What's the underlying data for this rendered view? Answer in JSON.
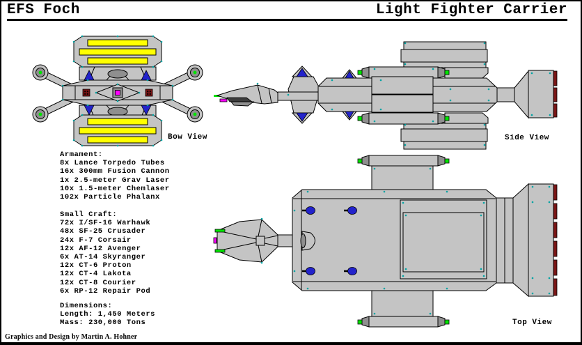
{
  "colors": {
    "bg": "#FFFFFF",
    "outline": "#000000",
    "hull": "#C4C4C4",
    "hull2": "#8F8F8F",
    "yellow": "#FFFF00",
    "blue": "#2323CB",
    "green": "#00E400",
    "magenta": "#FF00FF",
    "engine": "#7A1616",
    "teal": "#00A3A3",
    "dark": "#3C3C3C"
  },
  "header": {
    "ship_name": "EFS Foch",
    "ship_class": "Light Fighter Carrier"
  },
  "views": {
    "bow": {
      "label": "Bow View"
    },
    "side": {
      "label": "Side View"
    },
    "top": {
      "label": "Top View"
    }
  },
  "specs": {
    "armament": {
      "title": "Armament:",
      "items": [
        "8x Lance Torpedo Tubes",
        "16x 300mm Fusion Cannon",
        "1x 2.5-meter Grav Laser",
        "10x 1.5-meter Chemlaser",
        "102x Particle Phalanx"
      ]
    },
    "small_craft": {
      "title": "Small Craft:",
      "items": [
        "72x I/SF-16 Warhawk",
        "48x SF-25 Crusader",
        "24x F-7 Corsair",
        "12x AF-12 Avenger",
        "6x AT-14 Skyranger",
        "12x CT-6 Proton",
        "12x CT-4 Lakota",
        "12x CT-8 Courier",
        "6x RP-12 Repair Pod"
      ]
    },
    "dimensions": {
      "title": "Dimensions:",
      "items": [
        "Length: 1,450 Meters",
        "Mass: 230,000 Tons"
      ]
    }
  },
  "footer": {
    "credit": "Graphics and Design by Martin A. Hohner"
  }
}
